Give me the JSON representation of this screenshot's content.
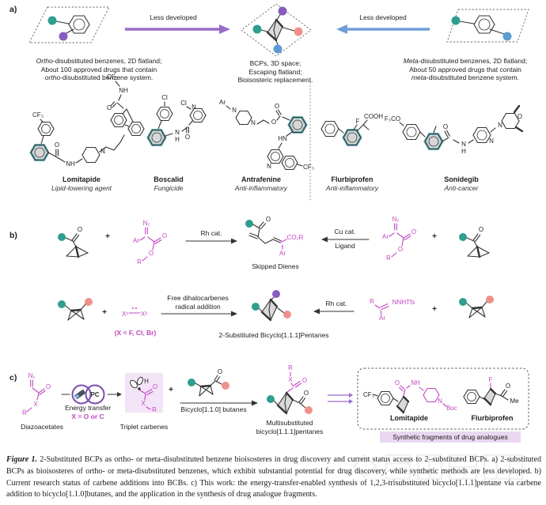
{
  "chem": {
    "plus": "+",
    "cf3": "CF₃",
    "n2": "N₂",
    "ar": "Ar",
    "r": "R",
    "o": "O",
    "x": "X",
    "n": "N",
    "h": "H",
    "nh": "NH",
    "hn": "HN",
    "cl": "Cl",
    "f": "F",
    "cooh": "COOH",
    "f3co": "F₃CO",
    "co2r": "CO₂R",
    "x1": "X¹",
    "x2": "X²",
    "me": "Me",
    "boc": "Boc",
    "nnhtfs": "NNHTfs",
    "pc": "PC"
  },
  "panel_a": {
    "label": "a)",
    "arrow_left_label": "Less developed",
    "arrow_right_label": "Less developed",
    "left_caption": {
      "l1_italic": "Ortho",
      "l1_rest": "-disubstituted benzenes, 2D flatland;",
      "l2": "About 100 approved drugs that contain",
      "l3_italic": "ortho",
      "l3_rest": "-disubstituted benzene system."
    },
    "center_caption": {
      "l1": "BCPs, 3D space;",
      "l2": "Escaping flatland;",
      "l3": "Bioisosteric replacement."
    },
    "right_caption": {
      "l1_italic": "Meta",
      "l1_rest": "-disubstituted benzenes, 2D flatland;",
      "l2": "About 50 approved drugs that contain",
      "l3_italic": "meta",
      "l3_rest": "-disubstituted benzene system."
    }
  },
  "drugs": [
    {
      "name": "Lomitapide",
      "role": "Lipid-lowering agent"
    },
    {
      "name": "Boscalid",
      "role": "Fungicide"
    },
    {
      "name": "Antrafenine",
      "role": "Anti-inflammatory"
    },
    {
      "name": "Flurbiprofen",
      "role": "Anti-inflammatory"
    },
    {
      "name": "Sonidegib",
      "role": "Anti-cancer"
    }
  ],
  "panel_b": {
    "label": "b)",
    "rh_cat": "Rh cat.",
    "cu_cat": "Cu cat.",
    "ligand": "Ligand",
    "skipped_dienes": "Skipped Dienes",
    "carbene_note_1": "Free dihalocarbenes",
    "carbene_note_2": "radical  addition",
    "x_note": "(X = F, Cl, Br)",
    "product_label": "2-Substituted Bicyclo[1.1.1]Pentanes"
  },
  "panel_c": {
    "label": "c)",
    "diazoacetates": "Diazoacetates",
    "energy_transfer": "Energy transfer",
    "x_note": "X = O or C",
    "triplet_carbenes": "Triplet carbenes",
    "bcb_label": "Bicyclo[1.1.0] butanes",
    "product_line1": "Multisubstituted",
    "product_line2": "bicyclo[1.1.1]pentanes",
    "fragment_names": {
      "lomitapide": "Lomitapide",
      "flurbiprofen": "Flurbiprofen"
    },
    "fragments_label": "Synthetic fragments of drug analogues"
  },
  "caption": {
    "figure_label": "Figure 1.",
    "body": " 2-Substituted BCPs as ortho- or meta-disubstituted benzene bioisosteres in drug discovery and current status access to 2–substituted BCPs. a) 2-substituted BCPs as bioisosteres of ortho- or meta-disubstituted benzenes, which exhibit substantial potential for drug discovery, while synthetic methods are less developed. b) Current research status of carbene additions into BCBs. c) This work: the energy-transfer-enabled synthesis of 1,2,3-trisubstituted bicyclo[1.1.1]pentane via carbene addition to bicyclo[1.1.0]butanes, and the application in the synthesis of drug analogue fragments."
  },
  "colors": {
    "teal": "#2f9e8f",
    "purple": "#8a5bbf",
    "pink": "#f0908a",
    "blue": "#5d9bd3",
    "purple_arrow": "#9a6bc9",
    "blue_arrow": "#6f9ed6",
    "magenta": "#c146c1",
    "highlight_stroke": "#72b8bc",
    "box_purple": "#f4e4f7",
    "label_bg": "#ead7f0"
  }
}
